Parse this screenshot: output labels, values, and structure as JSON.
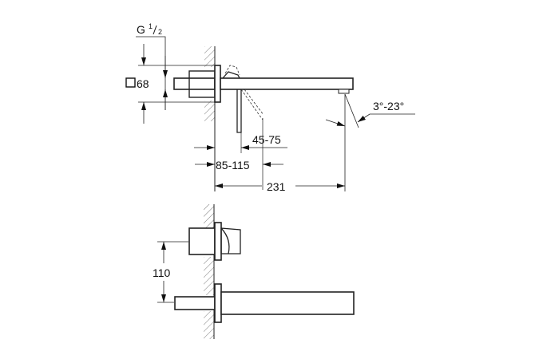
{
  "top_view": {
    "thread_label_main": "G",
    "thread_label_fraction_num": "1",
    "thread_label_fraction_den": "2",
    "square_size": "68",
    "handle_distance": "45-75",
    "wall_distance": "85-115",
    "spout_length": "231",
    "angle": "3°-23°"
  },
  "side_view": {
    "vertical_distance": "110"
  }
}
